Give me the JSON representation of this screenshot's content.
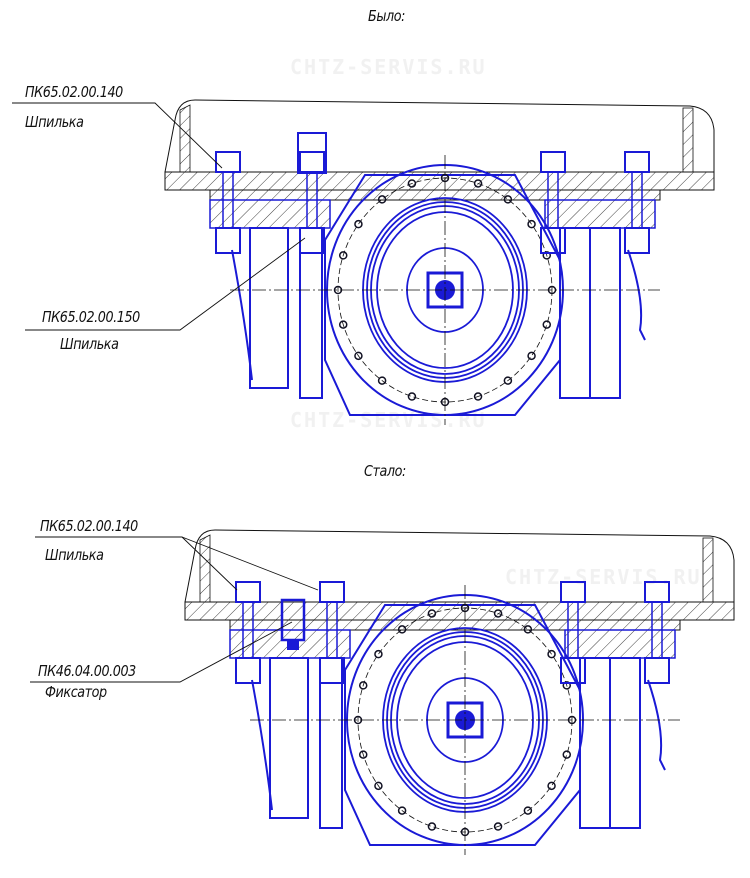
{
  "before": {
    "title": "Было:",
    "callouts": [
      {
        "code": "ПК65.02.00.140",
        "name": "Шпилька"
      },
      {
        "code": "ПК65.02.00.150",
        "name": "Шпилька"
      }
    ]
  },
  "after": {
    "title": "Стало:",
    "callouts": [
      {
        "code": "ПК65.02.00.140",
        "name": "Шпилька"
      },
      {
        "code": "ПК46.04.00.003",
        "name": "Фиксатор"
      }
    ]
  },
  "watermark": "CHTZ-SERVIS.RU",
  "colors": {
    "part": "#1a1ad6",
    "outline": "#111111",
    "watermark": "#f0f0f0"
  }
}
